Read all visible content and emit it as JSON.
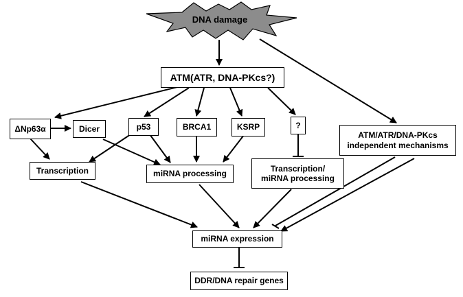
{
  "nodes": {
    "dna_damage": "DNA damage",
    "atm": "ATM(ATR, DNA-PKcs?)",
    "dnp63a": "ΔNp63α",
    "dicer": "Dicer",
    "p53": "p53",
    "brca1": "BRCA1",
    "ksrp": "KSRP",
    "question": "?",
    "independent": [
      "ATM/ATR/DNA-PKcs",
      "independent mechanisms"
    ],
    "transcription": "Transcription",
    "mirna_processing": "miRNA processing",
    "transcription_mirna": [
      "Transcription/",
      "miRNA processing"
    ],
    "mirna_expression": "miRNA expression",
    "ddr_genes": "DDR/DNA repair genes"
  },
  "colors": {
    "burst_fill": "#8c8c8c",
    "stroke": "#000000"
  }
}
